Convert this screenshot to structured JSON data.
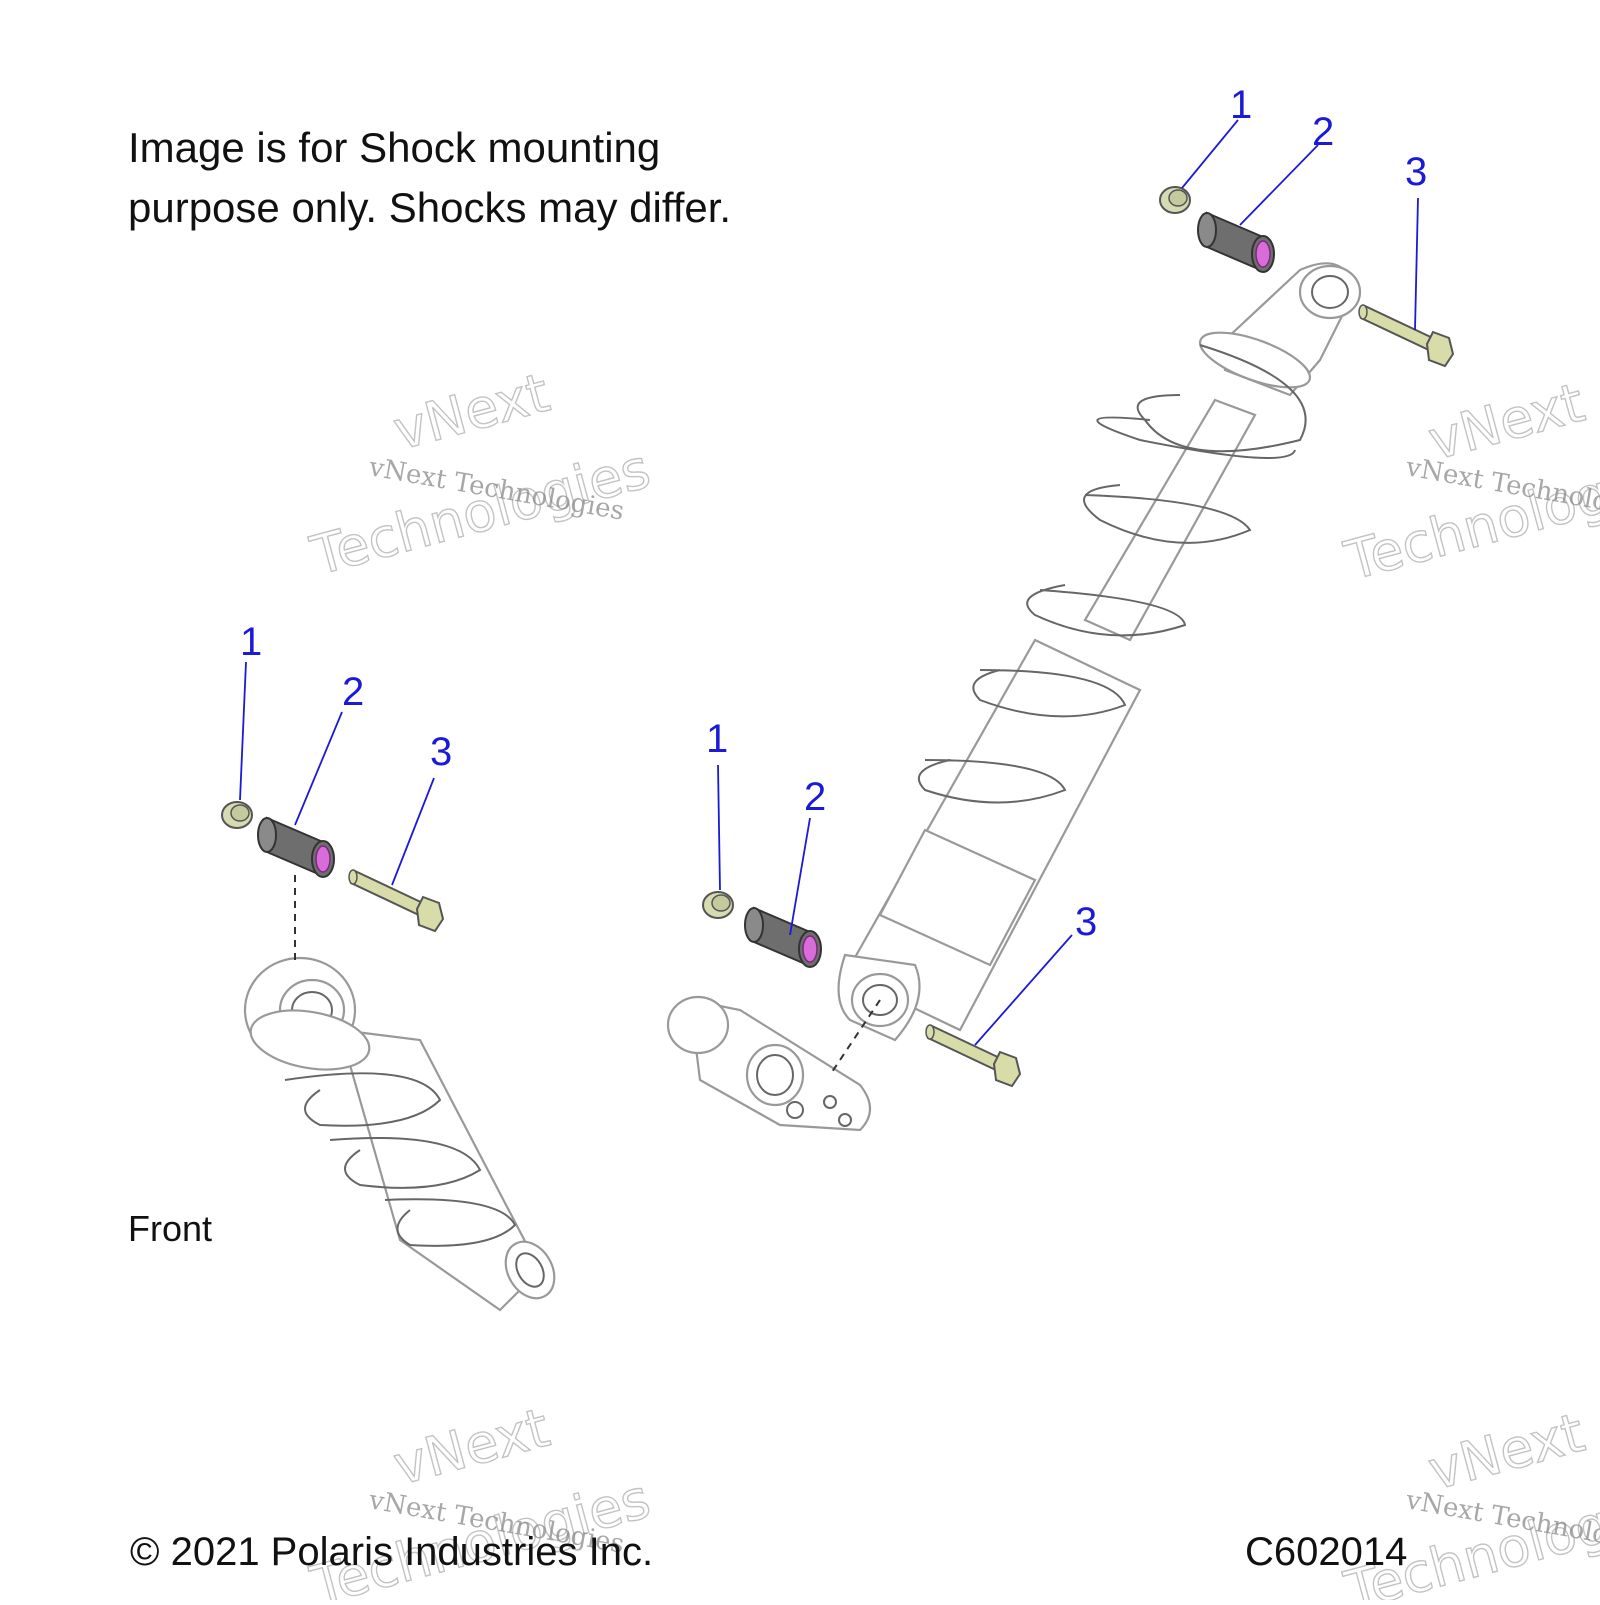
{
  "note": {
    "line1": "Image is for Shock mounting",
    "line2": "purpose only. Shocks may differ."
  },
  "front_label": "Front",
  "copyright": "© 2021 Polaris Industries Inc.",
  "figure_id": "C602014",
  "callouts": {
    "top": [
      "1",
      "2",
      "3"
    ],
    "left": [
      "1",
      "2",
      "3"
    ],
    "middle": [
      "1",
      "2",
      "3"
    ]
  },
  "watermark": {
    "small": "vNext Technologies",
    "big_line1": "vNext",
    "big_line2": "Technologies"
  },
  "colors": {
    "callout": "#1a1ad8",
    "nut": "#d7dbb2",
    "bolt": "#d8dca8",
    "bushing_body": "#6e6e6e",
    "bushing_bore": "#d86cd8"
  }
}
